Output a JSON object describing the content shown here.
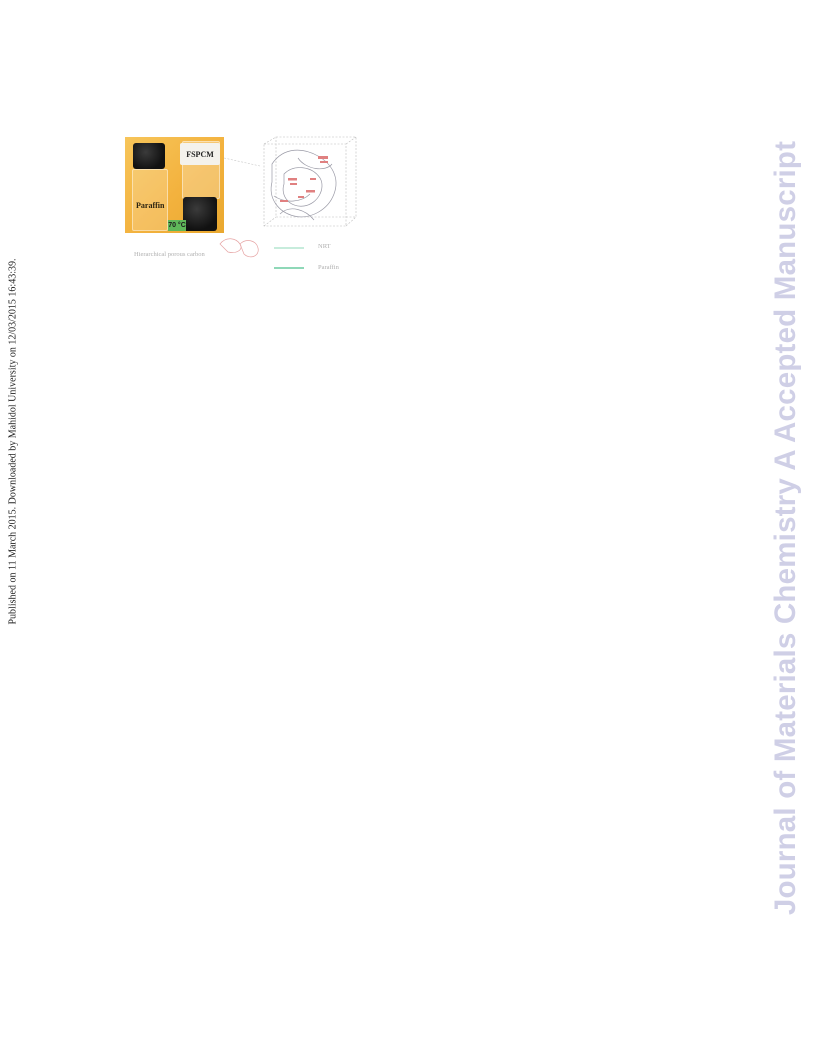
{
  "side_note": "Published on 11 March 2015. Downloaded by Mahidol University on 12/03/2015 16:43:39.",
  "watermark": "Journal of Materials Chemistry A Accepted Manuscript",
  "figure": {
    "photo_labels": {
      "fspcm": "FSPCM",
      "paraffin": "Paraffin",
      "temperature": "70 °C"
    },
    "legend": {
      "left_caption": "Hierarchical porous carbon",
      "top_right": "NRT",
      "bottom_right": "Paraffin"
    },
    "colors": {
      "photo_background": "#f3b23e",
      "watermark": "#cfcfe6",
      "schematic_red": "#e08080",
      "schematic_green": "#8fd8b8"
    }
  }
}
